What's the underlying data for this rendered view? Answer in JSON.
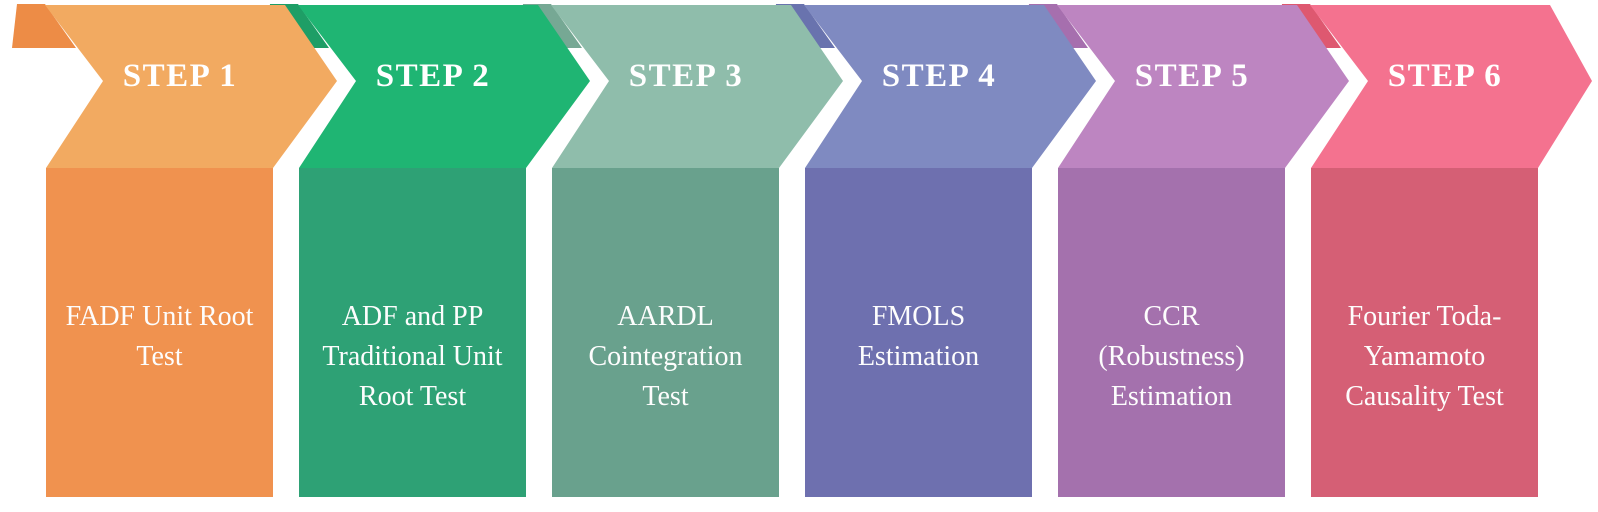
{
  "diagram": {
    "type": "process-flow-chevron-steps",
    "background_color": "#ffffff",
    "text_color": "#ffffff",
    "steps": [
      {
        "label": "STEP 1",
        "body_lines": [
          "FADF Unit Root",
          "Test"
        ],
        "banner_color": "#F2AA61",
        "fold_color": "#ED8C46",
        "body_color": "#F0924F"
      },
      {
        "label": "STEP 2",
        "body_lines": [
          "ADF and PP",
          "Traditional Unit",
          "Root Test"
        ],
        "banner_color": "#1FB573",
        "fold_color": "#1E9E66",
        "body_color": "#2EA175"
      },
      {
        "label": "STEP 3",
        "body_lines": [
          "AARDL",
          "Cointegration",
          "Test"
        ],
        "banner_color": "#8FBDAB",
        "fold_color": "#76A894",
        "body_color": "#69A18D"
      },
      {
        "label": "STEP 4",
        "body_lines": [
          "FMOLS",
          "Estimation"
        ],
        "banner_color": "#7F8AC1",
        "fold_color": "#6973AE",
        "body_color": "#6E70AF"
      },
      {
        "label": "STEP 5",
        "body_lines": [
          "CCR",
          "(Robustness)",
          "Estimation"
        ],
        "banner_color": "#BD85C1",
        "fold_color": "#A66FAE",
        "body_color": "#A471AD"
      },
      {
        "label": "STEP 6",
        "body_lines": [
          "Fourier Toda-",
          "Yamamoto",
          "Causality Test"
        ],
        "banner_color": "#F4728F",
        "fold_color": "#DE5870",
        "body_color": "#D55F75"
      }
    ]
  }
}
